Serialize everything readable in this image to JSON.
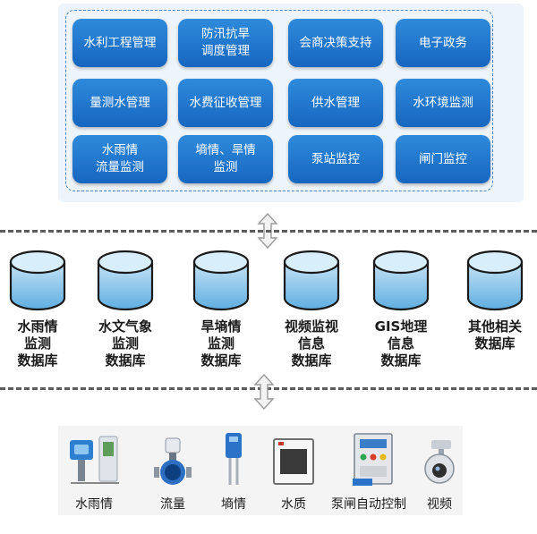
{
  "apps": {
    "items": [
      {
        "label": "水利工程管理"
      },
      {
        "label": "防汛抗旱\n调度管理"
      },
      {
        "label": "会商决策支持"
      },
      {
        "label": "电子政务"
      },
      {
        "label": "量测水管理"
      },
      {
        "label": "水费征收管理"
      },
      {
        "label": "供水管理"
      },
      {
        "label": "水环境监测"
      },
      {
        "label": "水雨情\n流量监测"
      },
      {
        "label": "墒情、旱情\n监测"
      },
      {
        "label": "泵站监控"
      },
      {
        "label": "闸门监控"
      }
    ],
    "colors": {
      "button": "#1e74cc",
      "border": "#4a86c8",
      "background": "#eef4fb"
    }
  },
  "databases": {
    "items": [
      {
        "label": "水雨情\n监测\n数据库"
      },
      {
        "label": "水文气象\n监测\n数据库"
      },
      {
        "label": "旱墒情\n监测\n数据库"
      },
      {
        "label": "视频监视\n信息\n数据库"
      },
      {
        "label": "GIS地理\n信息\n数据库"
      },
      {
        "label": "其他相关\n数据库"
      }
    ],
    "colors": {
      "fill_top": "#c5e3f6",
      "fill_bottom": "#5faee0",
      "outline": "#1a1a1a"
    }
  },
  "devices": {
    "items": [
      {
        "label": "水雨情",
        "icon": "rain-gauge-station-icon"
      },
      {
        "label": "流量",
        "icon": "flow-meter-icon"
      },
      {
        "label": "墒情",
        "icon": "soil-moisture-sensor-icon"
      },
      {
        "label": "水质",
        "icon": "water-quality-analyzer-icon"
      },
      {
        "label": "泵闸自动控制",
        "icon": "control-cabinet-icon"
      },
      {
        "label": "视频",
        "icon": "dome-camera-icon"
      }
    ]
  }
}
